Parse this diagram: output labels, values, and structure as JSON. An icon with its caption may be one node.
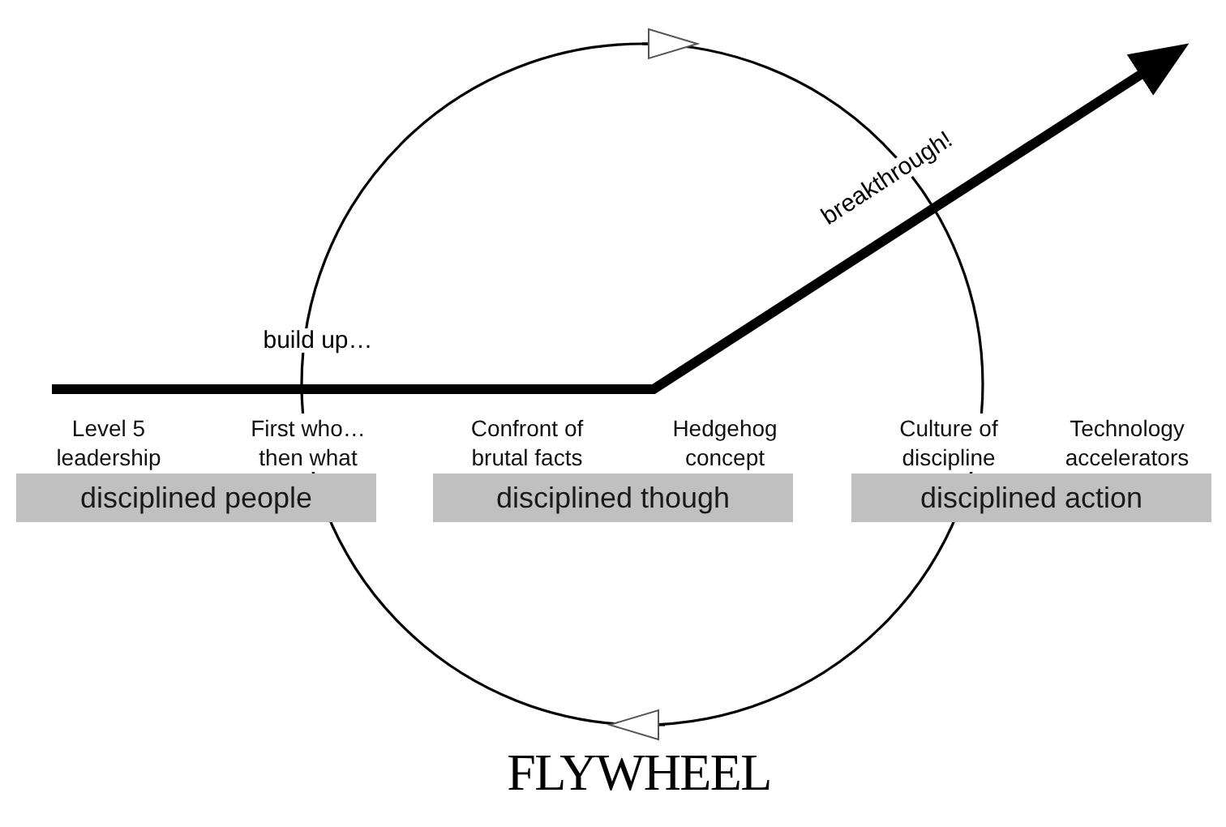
{
  "diagram": {
    "title": "FLYWHEEL",
    "nodes": [
      {
        "text": [
          "disciplined people"
        ]
      },
      {
        "text": [
          "disciplined though"
        ]
      },
      {
        "text": [
          "disciplined action"
        ]
      }
    ],
    "labels": [
      "breakthrough!",
      "build up…",
      "Level 5 leadership",
      "First who… then what",
      "Confront of brutal facts",
      "Hedgehog concept",
      "Culture of discipline",
      "Technology accelerators"
    ]
  }
}
